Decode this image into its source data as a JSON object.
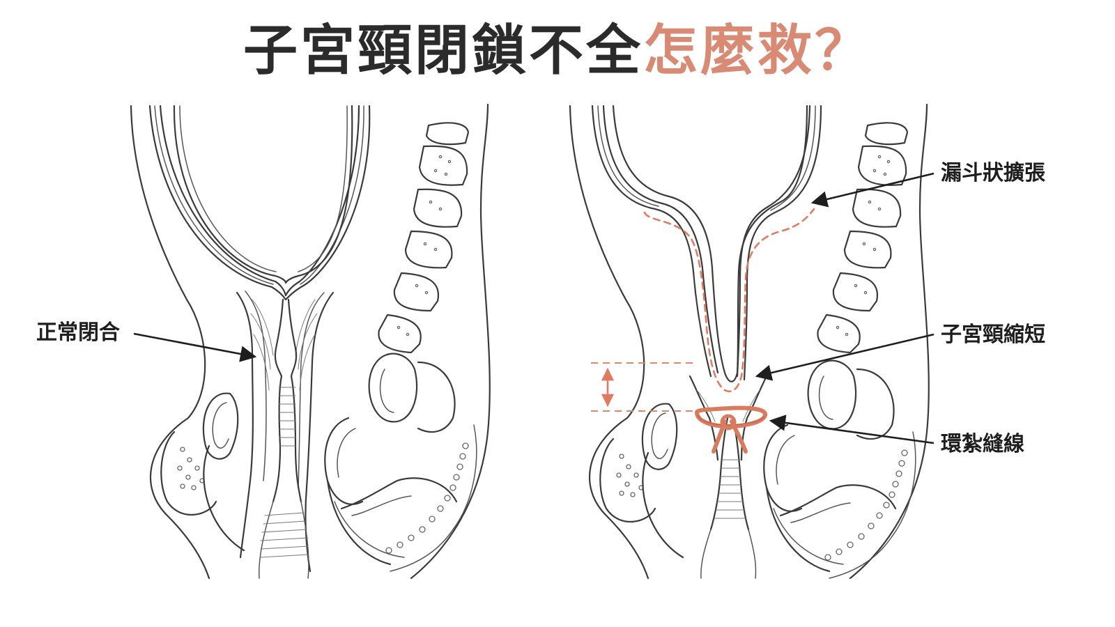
{
  "title": {
    "main": "子宮頸閉鎖不全",
    "accent": "怎麼救？"
  },
  "labels": {
    "normal_closed": "正常閉合",
    "funnel_dilation": "漏斗狀擴張",
    "cervix_shortened": "子宮頸縮短",
    "cerclage_suture": "環紮縫線"
  },
  "colors": {
    "title_text": "#2b2b2b",
    "accent": "#d98a74",
    "coral": "#e07a60",
    "line": "#3a3a3a"
  }
}
